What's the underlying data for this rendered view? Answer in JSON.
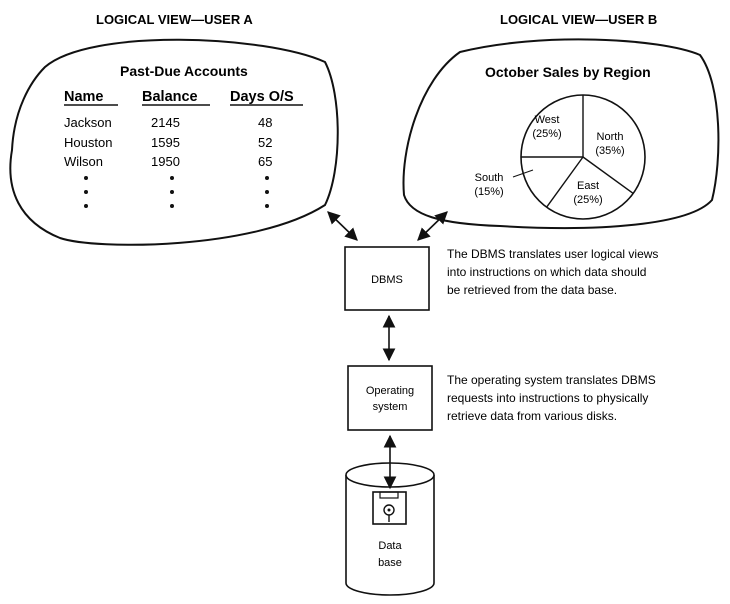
{
  "user_a": {
    "view_title": "LOGICAL VIEW—USER A",
    "report_title": "Past-Due Accounts",
    "columns": [
      "Name",
      "Balance",
      "Days O/S"
    ],
    "rows": [
      [
        "Jackson",
        "2145",
        "48"
      ],
      [
        "Houston",
        "1595",
        "52"
      ],
      [
        "Wilson",
        "1950",
        "65"
      ]
    ]
  },
  "user_b": {
    "view_title": "LOGICAL VIEW—USER B",
    "chart": {
      "title": "October Sales by Region",
      "slices": [
        {
          "region": "West",
          "percent_label": "(25%)",
          "value": 25
        },
        {
          "region": "North",
          "percent_label": "(35%)",
          "value": 35
        },
        {
          "region": "East",
          "percent_label": "(25%)",
          "value": 25
        },
        {
          "region": "South",
          "percent_label": "(15%)",
          "value": 15
        }
      ]
    }
  },
  "dbms": {
    "label": "DBMS",
    "note": [
      "The DBMS translates user logical views",
      "into instructions on which data should",
      "be retrieved from the data base."
    ]
  },
  "os": {
    "label_lines": [
      "Operating",
      "system"
    ],
    "note": [
      "The operating system translates DBMS",
      "requests into instructions to physically",
      "retrieve data from various disks."
    ]
  },
  "database": {
    "label_lines": [
      "Data",
      "base"
    ]
  },
  "chart_data": {
    "type": "pie",
    "title": "October Sales by Region",
    "categories": [
      "West",
      "North",
      "East",
      "South"
    ],
    "values": [
      25,
      35,
      25,
      15
    ]
  }
}
